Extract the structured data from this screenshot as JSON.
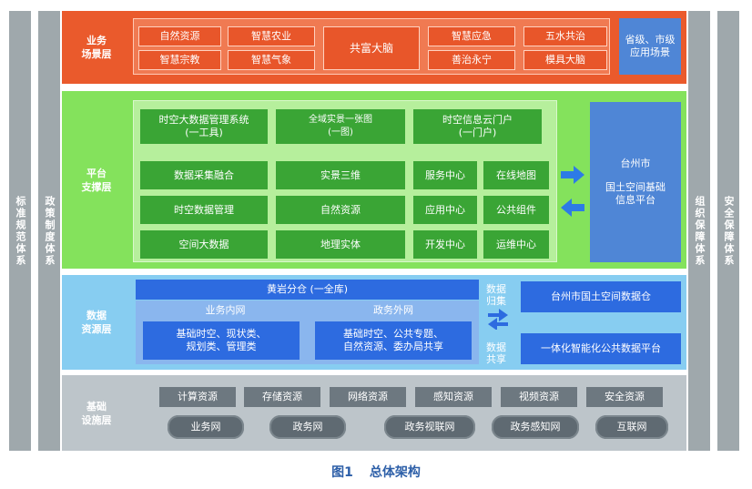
{
  "side_bars": {
    "left_outer": "标准规范体系",
    "left_inner": "政策制度体系",
    "right_inner": "组织保障体系",
    "right_outer": "安全保障体系"
  },
  "business_layer": {
    "label": "业务\n场景层",
    "group1": [
      "自然资源",
      "智慧农业",
      "智慧宗教",
      "智慧气象"
    ],
    "center": "共富大脑",
    "group2": [
      "智慧应急",
      "五水共治",
      "善治永宁",
      "模具大脑"
    ],
    "right": "省级、市级\n应用场景"
  },
  "platform_layer": {
    "label": "平台\n支撑层",
    "top": [
      "时空大数据管理系统\n(一工具)",
      "全域实景一张图\n(一图)",
      "时空信息云门户\n(一门户)"
    ],
    "rows": [
      [
        "数据采集融合",
        "实景三维",
        "服务中心",
        "在线地图"
      ],
      [
        "时空数据管理",
        "自然资源",
        "应用中心",
        "公共组件"
      ],
      [
        "空间大数据",
        "地理实体",
        "开发中心",
        "运维中心"
      ]
    ],
    "right_title": "台州市",
    "right_sub": "国土空间基础\n信息平台"
  },
  "data_layer": {
    "label": "数据\n资源层",
    "header": "黄岩分仓 (一全库)",
    "inner_net": "业务内网",
    "outer_net": "政务外网",
    "inner_box": "基础时空、现状类、\n规划类、管理类",
    "outer_box": "基础时空、公共专题、\n自然资源、委办局共享",
    "arrow_top": "数据\n归集",
    "arrow_bottom": "数据\n共享",
    "right_top": "台州市国土空间数据仓",
    "right_bottom": "一体化智能化公共数据平台"
  },
  "infra_layer": {
    "label": "基础\n设施层",
    "resources": [
      "计算资源",
      "存储资源",
      "网络资源",
      "感知资源",
      "视频资源",
      "安全资源"
    ],
    "networks": [
      "业务网",
      "政务网",
      "政务视联网",
      "政务感知网",
      "互联网"
    ]
  },
  "caption": {
    "fig": "图1",
    "title": "总体架构"
  }
}
